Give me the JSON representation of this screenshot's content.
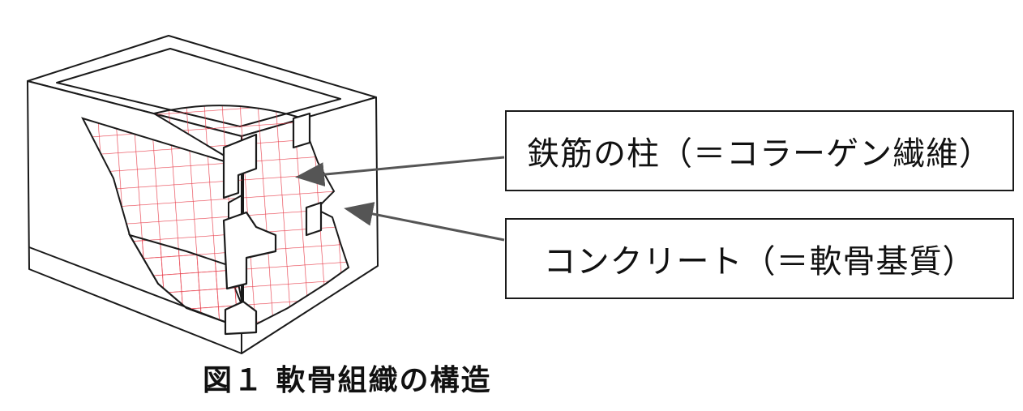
{
  "labels": {
    "collagen": "鉄筋の柱（＝コラーゲン繊維）",
    "matrix": "コンクリート（＝軟骨基質）"
  },
  "caption": "図１ 軟骨組織の構造",
  "colors": {
    "mesh": "#e8414e",
    "stroke": "#1a1a1a",
    "arrow": "#555555"
  }
}
